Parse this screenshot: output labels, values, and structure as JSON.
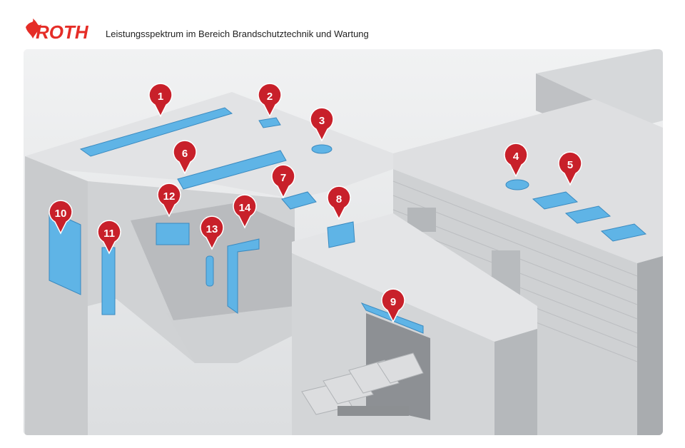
{
  "header": {
    "brand": "ROTH",
    "subtitle": "Leistungsspektrum im Bereich Brandschutztechnik und Wartung"
  },
  "colors": {
    "brand_red": "#e52d27",
    "marker_red": "#c8202a",
    "equipment_blue": "#5fb4e6",
    "building_gray": "#c9cbcd",
    "background": "#e9eaec"
  },
  "markers": [
    {
      "label": "1",
      "icon": "location-pin-icon"
    },
    {
      "label": "2",
      "icon": "location-pin-icon"
    },
    {
      "label": "3",
      "icon": "location-pin-icon"
    },
    {
      "label": "4",
      "icon": "location-pin-icon"
    },
    {
      "label": "5",
      "icon": "location-pin-icon"
    },
    {
      "label": "6",
      "icon": "location-pin-icon"
    },
    {
      "label": "7",
      "icon": "location-pin-icon"
    },
    {
      "label": "8",
      "icon": "location-pin-icon"
    },
    {
      "label": "9",
      "icon": "location-pin-icon"
    },
    {
      "label": "10",
      "icon": "location-pin-icon"
    },
    {
      "label": "11",
      "icon": "location-pin-icon"
    },
    {
      "label": "12",
      "icon": "location-pin-icon"
    },
    {
      "label": "13",
      "icon": "location-pin-icon"
    },
    {
      "label": "14",
      "icon": "location-pin-icon"
    }
  ]
}
